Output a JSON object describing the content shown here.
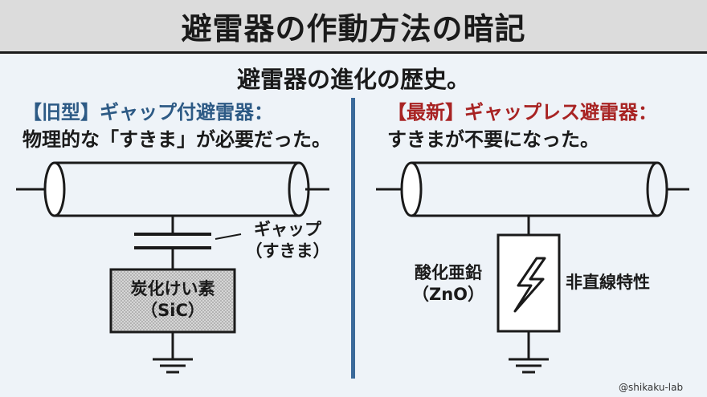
{
  "title": "避雷器の作動方法の暗記",
  "subtitle": "避雷器の進化の歴史。",
  "old": {
    "heading": "【旧型】ギャップ付避雷器：",
    "description": "物理的な「すきま」が必要だった。",
    "gap_label_1": "ギャップ",
    "gap_label_2": "（すきま）",
    "element_label_1": "炭化けい素",
    "element_label_2": "（SiC）"
  },
  "new": {
    "heading": "【最新】ギャップレス避雷器：",
    "description": "すきまが不要になった。",
    "material_label_1": "酸化亜鉛",
    "material_label_2": "（ZnO）",
    "property_label": "非直線特性"
  },
  "credit": "@shikaku-lab",
  "colors": {
    "old_heading": "#2d5a85",
    "new_heading": "#a82323",
    "divider": "#3b6a9a"
  },
  "icons": [
    "lightning-bolt-icon",
    "ground-symbol-icon"
  ]
}
